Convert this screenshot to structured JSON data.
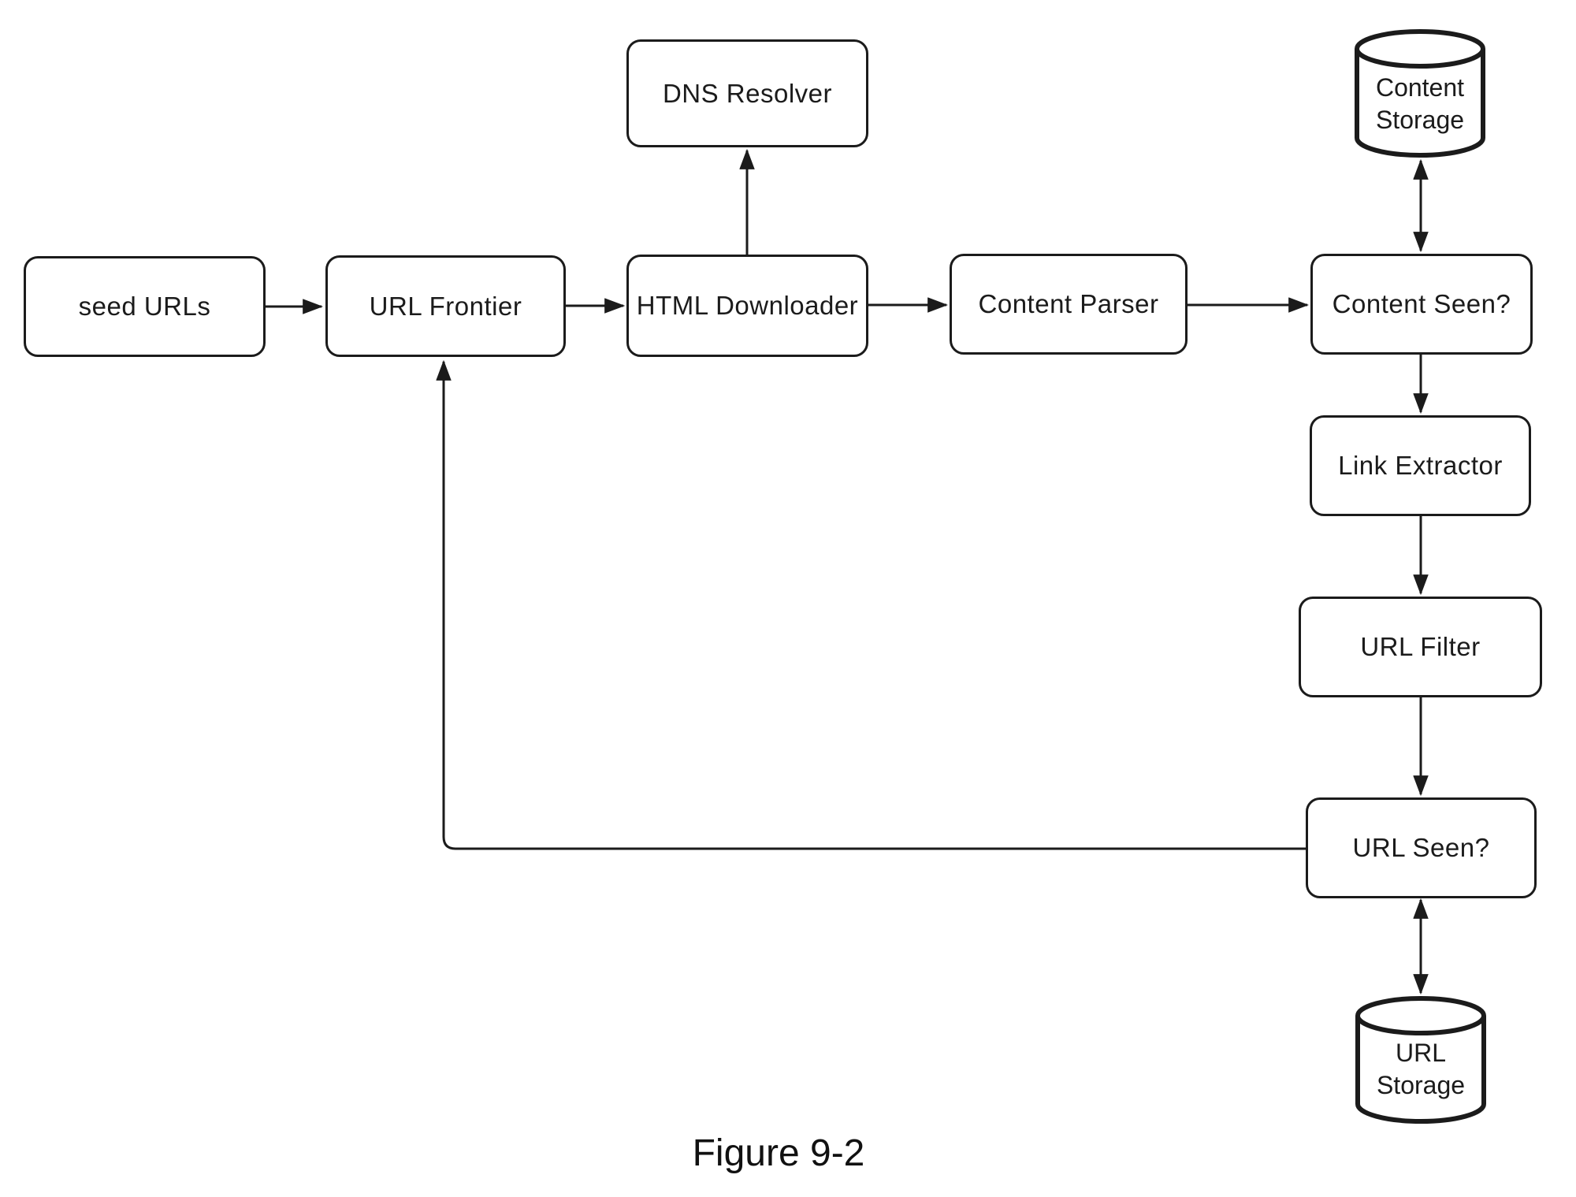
{
  "figure": {
    "caption": "Figure 9-2",
    "background_color": "#ffffff",
    "stroke_color": "#1b1b1b",
    "diagram_type": "web-crawler-architecture-flowchart"
  },
  "nodes": {
    "seed_urls": {
      "label": "seed URLs"
    },
    "url_frontier": {
      "label": "URL Frontier"
    },
    "html_downloader": {
      "label": "HTML Downloader"
    },
    "dns_resolver": {
      "label": "DNS Resolver"
    },
    "content_parser": {
      "label": "Content Parser"
    },
    "content_seen": {
      "label": "Content Seen?"
    },
    "link_extractor": {
      "label": "Link Extractor"
    },
    "url_filter": {
      "label": "URL Filter"
    },
    "url_seen": {
      "label": "URL Seen?"
    }
  },
  "storages": {
    "content_storage": {
      "line1": "Content",
      "line2": "Storage"
    },
    "url_storage": {
      "line1": "URL",
      "line2": "Storage"
    }
  },
  "edges": [
    {
      "from": "seed URLs",
      "to": "URL Frontier",
      "type": "arrow"
    },
    {
      "from": "URL Frontier",
      "to": "HTML Downloader",
      "type": "arrow"
    },
    {
      "from": "HTML Downloader",
      "to": "DNS Resolver",
      "type": "arrow"
    },
    {
      "from": "HTML Downloader",
      "to": "Content Parser",
      "type": "arrow"
    },
    {
      "from": "Content Parser",
      "to": "Content Seen?",
      "type": "arrow"
    },
    {
      "from": "Content Seen?",
      "to": "Content Storage",
      "type": "bidirectional"
    },
    {
      "from": "Content Seen?",
      "to": "Link Extractor",
      "type": "arrow"
    },
    {
      "from": "Link Extractor",
      "to": "URL Filter",
      "type": "arrow"
    },
    {
      "from": "URL Filter",
      "to": "URL Seen?",
      "type": "arrow"
    },
    {
      "from": "URL Seen?",
      "to": "URL Storage",
      "type": "bidirectional"
    },
    {
      "from": "URL Seen?",
      "to": "URL Frontier",
      "type": "arrow"
    }
  ]
}
